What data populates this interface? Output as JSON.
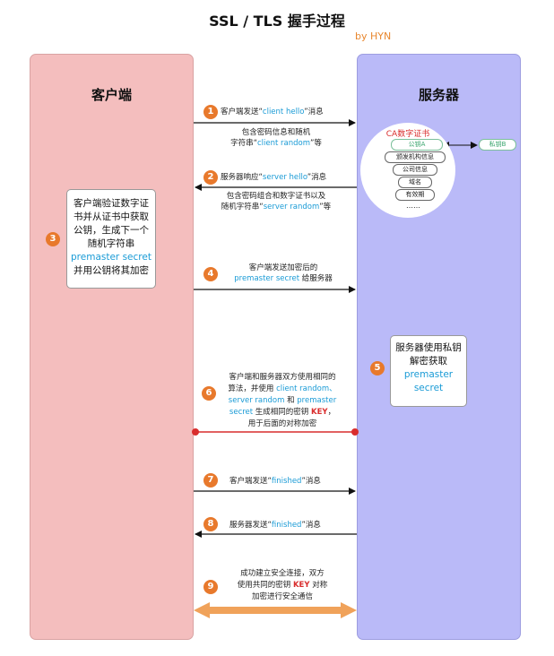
{
  "title": "SSL / TLS 握手过程",
  "byline": "by HYN",
  "client": {
    "heading": "客户端"
  },
  "server": {
    "heading": "服务器"
  },
  "colors": {
    "client_bg": "#f4bebe",
    "server_bg": "#babaf8",
    "badge": "#e8792c",
    "highlight": "#1a9bd6",
    "key": "#d92d2d",
    "bidirectional_arrow": "#f0a25a"
  },
  "steps": {
    "s1": {
      "num": "1",
      "pre": "客户端发送“",
      "hl": "client hello",
      "post": "”消息",
      "sub1": "包含密码信息和随机",
      "sub2_pre": "字符串“",
      "sub2_hl": "client random",
      "sub2_post": "”等"
    },
    "s2": {
      "num": "2",
      "pre": "服务器响应“",
      "hl": "server hello",
      "post": "”消息",
      "sub1": "包含密码组合和数字证书以及",
      "sub2_pre": "随机字符串“",
      "sub2_hl": "server random",
      "sub2_post": "”等"
    },
    "s3": {
      "num": "3",
      "l1": "客户端验证数字证",
      "l2": "书并从证书中获取",
      "l3": "公钥，生成下一个",
      "l4": "随机字符串",
      "l5": "premaster secret",
      "l6": "并用公钥将其加密"
    },
    "s4": {
      "num": "4",
      "l1": "客户端发送加密后的",
      "l2_hl": "premaster secret",
      "l2_post": " 给服务器"
    },
    "s5": {
      "num": "5",
      "l1": "服务器使用私钥",
      "l2": "解密获取",
      "l3": "premaster",
      "l4": "secret"
    },
    "s6": {
      "num": "6",
      "l1": "客户端和服务器双方使用相同的",
      "l2_pre": "算法，并使用 ",
      "l2_hl": "client random、",
      "l3_hl": "server random",
      "l3_mid": " 和 ",
      "l3_hl2": "premaster",
      "l4_hl": "secret",
      "l4_mid": " 生成相同的密钥 ",
      "l4_key": "KEY",
      "l4_post": "，",
      "l5": "用于后面的对称加密"
    },
    "s7": {
      "num": "7",
      "pre": "客户端发送“",
      "hl": "finished",
      "post": "”消息"
    },
    "s8": {
      "num": "8",
      "pre": "服务器发送“",
      "hl": "finished",
      "post": "”消息"
    },
    "s9": {
      "num": "9",
      "l1": "成功建立安全连接，双方",
      "l2_pre": "使用共同的密钥 ",
      "l2_key": "KEY",
      "l2_post": " 对称",
      "l3": "加密进行安全通信"
    }
  },
  "certificate": {
    "title": "CA数字证书",
    "items": [
      "公钥A",
      "颁发机构信息",
      "公司信息",
      "域名",
      "有效期",
      "……"
    ],
    "private_key": "私钥B"
  }
}
